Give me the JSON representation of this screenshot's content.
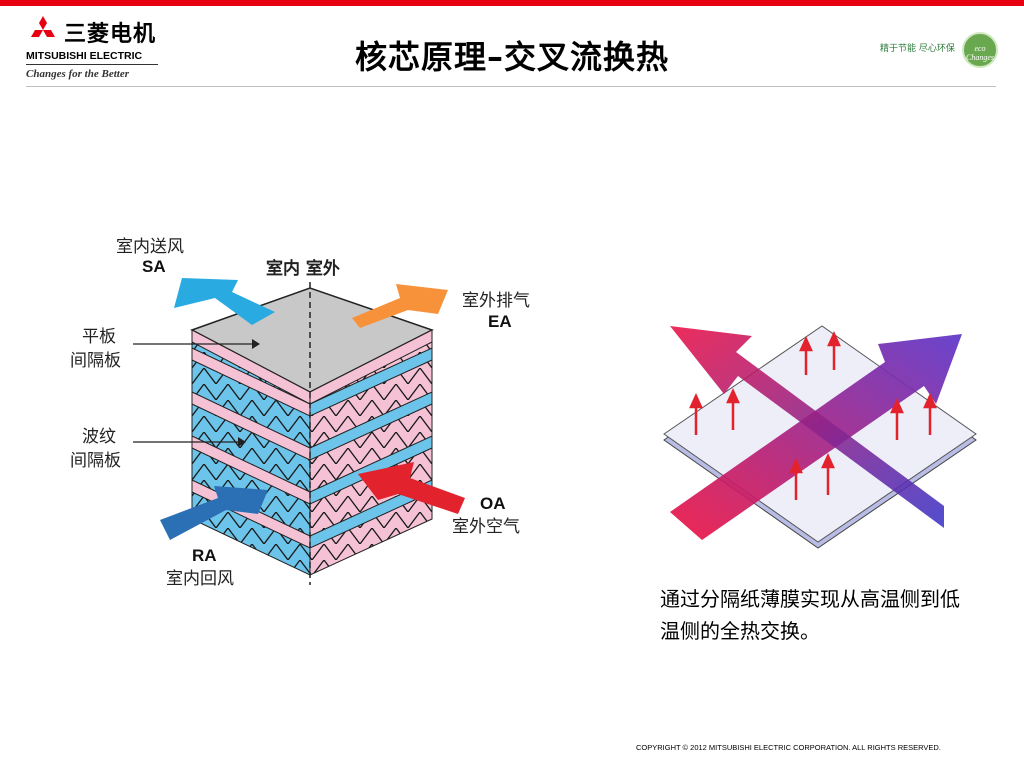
{
  "header": {
    "brand_cn": "三菱电机",
    "brand_en": "MITSUBISHI ELECTRIC",
    "brand_tagline": "Changes for the Better",
    "title": "核芯原理–交叉流换热",
    "slogan": "精于节能 尽心环保",
    "eco_badge": "eco Changes",
    "brand_color": "#e60012"
  },
  "left_diagram": {
    "supply_air": {
      "cn": "室内送风",
      "code": "SA"
    },
    "indoor_outdoor": "室内 室外",
    "exhaust_air": {
      "cn": "室外排气",
      "code": "EA"
    },
    "flat_plate": [
      "平板",
      "间隔板"
    ],
    "corrugated_plate": [
      "波纹",
      "间隔板"
    ],
    "outdoor_air": {
      "code": "OA",
      "cn": "室外空气"
    },
    "return_air": {
      "code": "RA",
      "cn": "室内回风"
    }
  },
  "right_diagram": {
    "caption": "通过分隔纸薄膜实现从高温侧到低温侧的全热交换。"
  },
  "footer": {
    "copyright": "COPYRIGHT © 2012 MITSUBISHI ELECTRIC CORPORATION. ALL RIGHTS RESERVED."
  }
}
